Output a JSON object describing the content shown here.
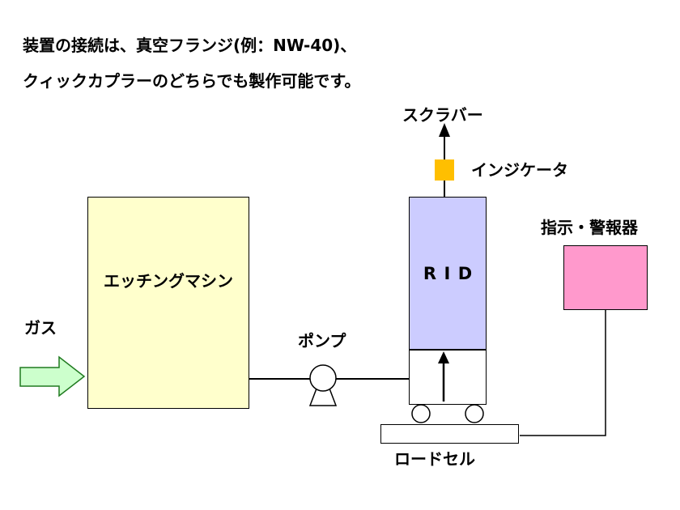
{
  "title_note": {
    "line1": "装置の接続は、真空フランジ(例：NW-40)、",
    "line2": "クィックカプラーのどちらでも製作可能です。"
  },
  "nodes": {
    "scrubber_label": "スクラバー",
    "indicator_label": "インジケータ",
    "rid_label": "RID",
    "alarm_label": "指示・警報器",
    "etching_label": "エッチングマシン",
    "gas_label": "ガス",
    "pump_label": "ポンプ",
    "loadcell_label": "ロードセル"
  },
  "colors": {
    "etching_fill": "#FFFFCC",
    "rid_fill": "#CCCCFF",
    "indicator_fill": "#FFBF00",
    "alarm_fill": "#FF99CC",
    "gas_arrow_fill": "#CCFFCC",
    "gas_arrow_stroke": "#1F7A1F",
    "line_color": "#000000"
  }
}
